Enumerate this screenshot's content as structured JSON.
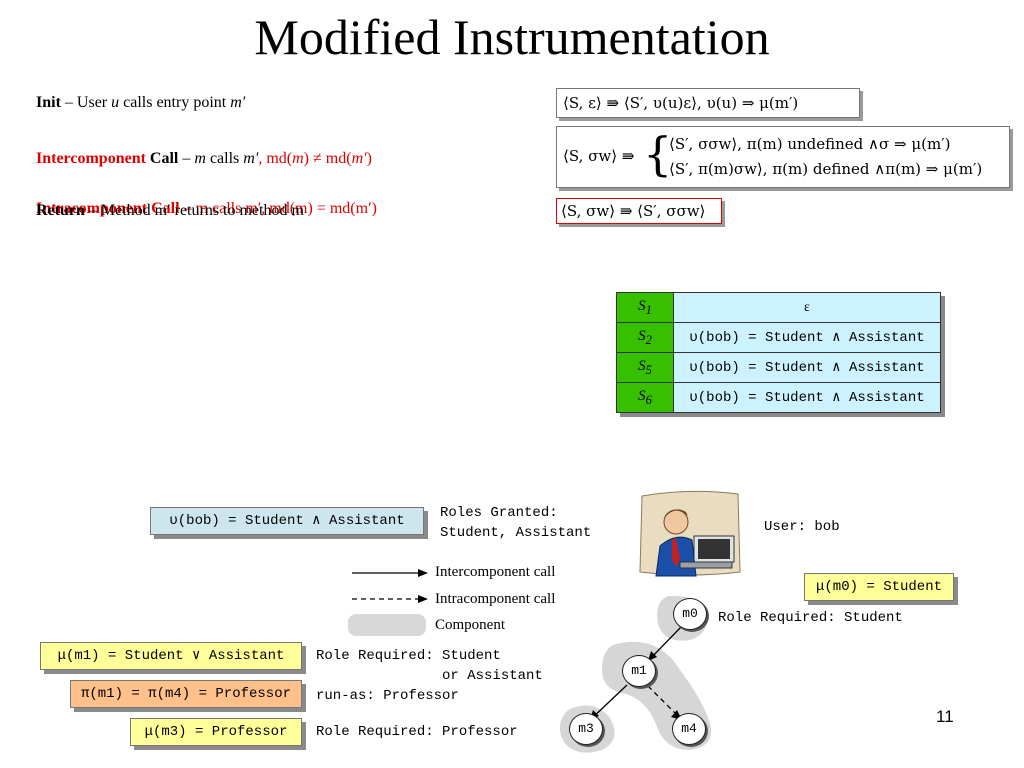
{
  "title": "Modified Instrumentation",
  "rules": {
    "init": {
      "name": "Init",
      "text_pre": "– User ",
      "user": "u",
      "text_mid": " calls entry point ",
      "method": "m′"
    },
    "intercomponent": {
      "name_red": "Intercomponent",
      "name_black": "Call",
      "dash": " – ",
      "caller": "m",
      "calls": " calls ",
      "callee": "m′",
      "cond_pre": ", md(",
      "cond_m": "m",
      "cond_mid": ") ≠ md(",
      "cond_m2": "m′",
      "cond_post": ")"
    },
    "intracomponent_overlapped": {
      "name": "Intracomponent Call",
      "text": "– m calls m′, md(m) = md(m′)"
    },
    "return_overlapped": {
      "name": "Return",
      "text": "– Method m′ returns to method m"
    }
  },
  "formulas": {
    "init": "⟨S, ε⟩ ⇛ ⟨S′, υ(u)ε⟩,   υ(u) ⇒ μ(m′)",
    "inter_lhs": "⟨S, σw⟩ ⇛",
    "inter_case1": "⟨S′, σσw⟩,        π(m) undefined ∧σ ⇒ μ(m′)",
    "inter_case2": "⟨S′, π(m)σw⟩, π(m) defined ∧π(m) ⇒ μ(m′)",
    "intra": "⟨S, σw⟩ ⇛ ⟨S′, σσw⟩"
  },
  "state_table": [
    {
      "state": "S1",
      "sub": "1",
      "base": "S",
      "value": "ε"
    },
    {
      "state": "S2",
      "sub": "2",
      "base": "S",
      "value": "υ(bob) = Student ∧ Assistant"
    },
    {
      "state": "S5",
      "sub": "5",
      "base": "S",
      "value": "υ(bob) = Student ∧ Assistant"
    },
    {
      "state": "S6",
      "sub": "6",
      "base": "S",
      "value": "υ(bob) = Student ∧ Assistant"
    }
  ],
  "diagram": {
    "upsilon_chip": "υ(bob) = Student ∧ Assistant",
    "roles_granted": "Roles Granted:\nStudent, Assistant",
    "user_label": "User: bob",
    "mu_m0_chip": "μ(m0) = Student",
    "role_req_m0": "Role Required: Student",
    "mu_m1_chip": "μ(m1) = Student ∨ Assistant",
    "role_req_m1": "Role Required: Student\n               or Assistant",
    "pi_chip": "π(m1) = π(m4) = Professor",
    "run_as": "run-as: Professor",
    "mu_m3_chip": "μ(m3) = Professor",
    "role_req_m3": "Role Required: Professor",
    "nodes": [
      "m0",
      "m1",
      "m3",
      "m4"
    ]
  },
  "legend": {
    "inter": "Intercomponent call",
    "intra": "Intracomponent call",
    "component": "Component"
  },
  "slide_number": "11",
  "colors": {
    "state_key_bg": "#36c000",
    "state_val_bg": "#cdf2ff",
    "chip_blue": "#cde6ee",
    "chip_yellow": "#ffff99",
    "chip_orange": "#ffc08a",
    "rule_red": "#e00000"
  }
}
